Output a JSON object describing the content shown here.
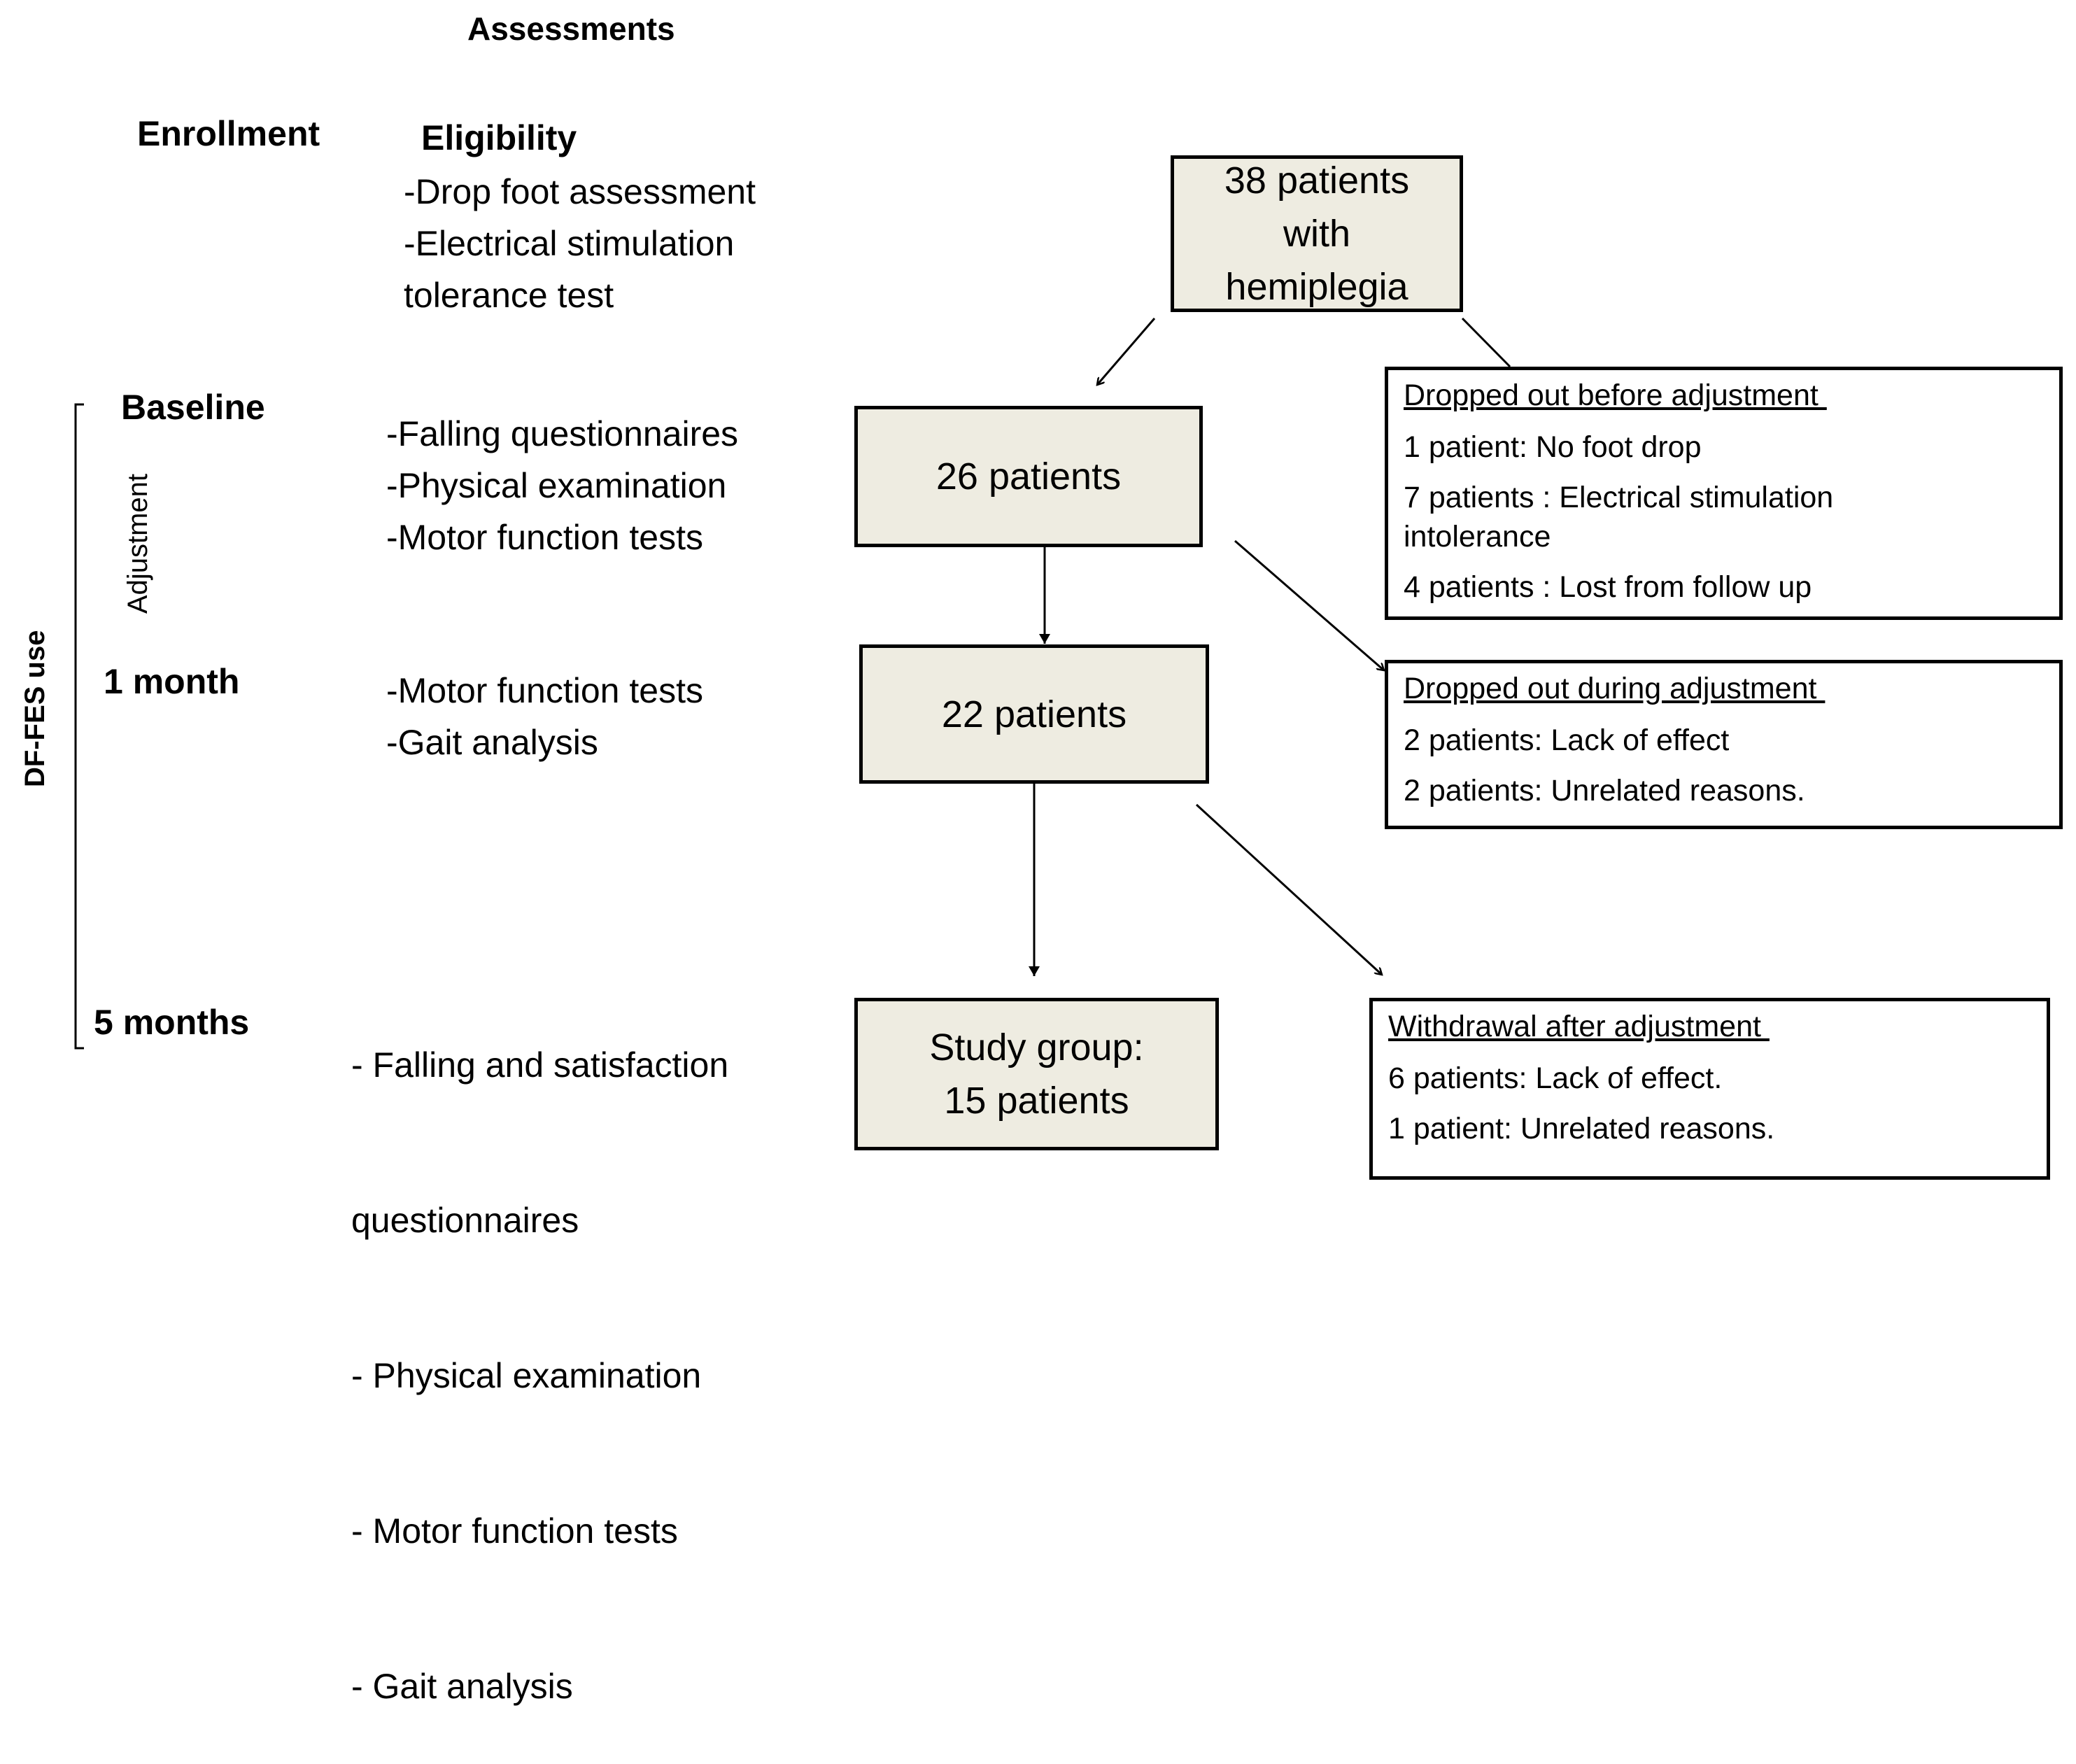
{
  "header": {
    "assessments": "Assessments"
  },
  "stages": {
    "enrollment": "Enrollment",
    "baseline": "Baseline",
    "one_month": "1 month",
    "five_months": "5 months",
    "adjustment": "Adjustment",
    "dffes": "DF-FES use"
  },
  "eligibility": {
    "title": "Eligibility",
    "items": [
      "-Drop foot assessment",
      "-Electrical stimulation",
      "tolerance test"
    ]
  },
  "baseline_assessments": [
    "-Falling questionnaires",
    "-Physical examination",
    "-Motor function tests"
  ],
  "month1_assessments": [
    "-Motor function tests",
    "-Gait analysis"
  ],
  "month5_assessments": [
    "- Falling and satisfaction",
    "  questionnaires",
    "- Physical examination",
    "- Motor function tests",
    "- Gait analysis"
  ],
  "flow_boxes": {
    "start": [
      "38 patients",
      "with",
      "hemiplegia"
    ],
    "b26": "26 patients",
    "b22": "22 patients",
    "final": [
      "Study group:",
      "15 patients"
    ]
  },
  "dropouts": {
    "before": {
      "title": "Dropped out before adjustment ",
      "items": [
        "1 patient: No foot drop",
        "7 patients : Electrical stimulation intolerance",
        "4 patients : Lost from follow up"
      ]
    },
    "during": {
      "title": "Dropped out during adjustment ",
      "items": [
        "2 patients: Lack of effect",
        "2 patients: Unrelated reasons."
      ]
    },
    "after": {
      "title": "Withdrawal after adjustment ",
      "items": [
        "6 patients: Lack of effect.",
        "1 patient:  Unrelated reasons."
      ]
    }
  }
}
